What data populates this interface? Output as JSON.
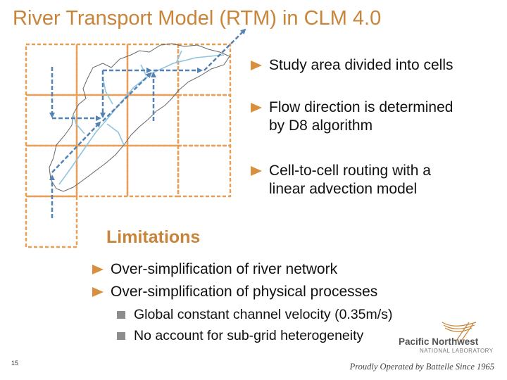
{
  "slide": {
    "title": "River Transport Model (RTM) in CLM 4.0",
    "bullets": [
      {
        "line1": "Study area divided into cells",
        "line2": ""
      },
      {
        "line1": "Flow direction is determined",
        "line2": "by D8 algorithm"
      },
      {
        "line1": "Cell-to-cell routing with a",
        "line2": "linear advection model"
      }
    ],
    "limitations_heading": "Limitations",
    "limitations": [
      "Over-simplification of river network",
      "Over-simplification of physical processes"
    ],
    "sub_items": [
      "Global constant channel velocity (0.35m/s)",
      "No account for sub-grid heterogeneity"
    ],
    "page_number": "15",
    "footer": "Proudly Operated by Battelle Since 1965",
    "logo": {
      "name": "Pacific Northwest",
      "subtitle": "NATIONAL LABORATORY"
    }
  },
  "colors": {
    "title": "#c8853a",
    "bullet_arrow": "#d8903e",
    "grid": "#e6a05a",
    "flow_arrow": "#5582b5",
    "river": "#8fc6dd",
    "watershed_outline": "#666666"
  },
  "icons": [
    "triangle-bullet-icon",
    "square-bullet-icon",
    "pnnl-logo-icon"
  ]
}
